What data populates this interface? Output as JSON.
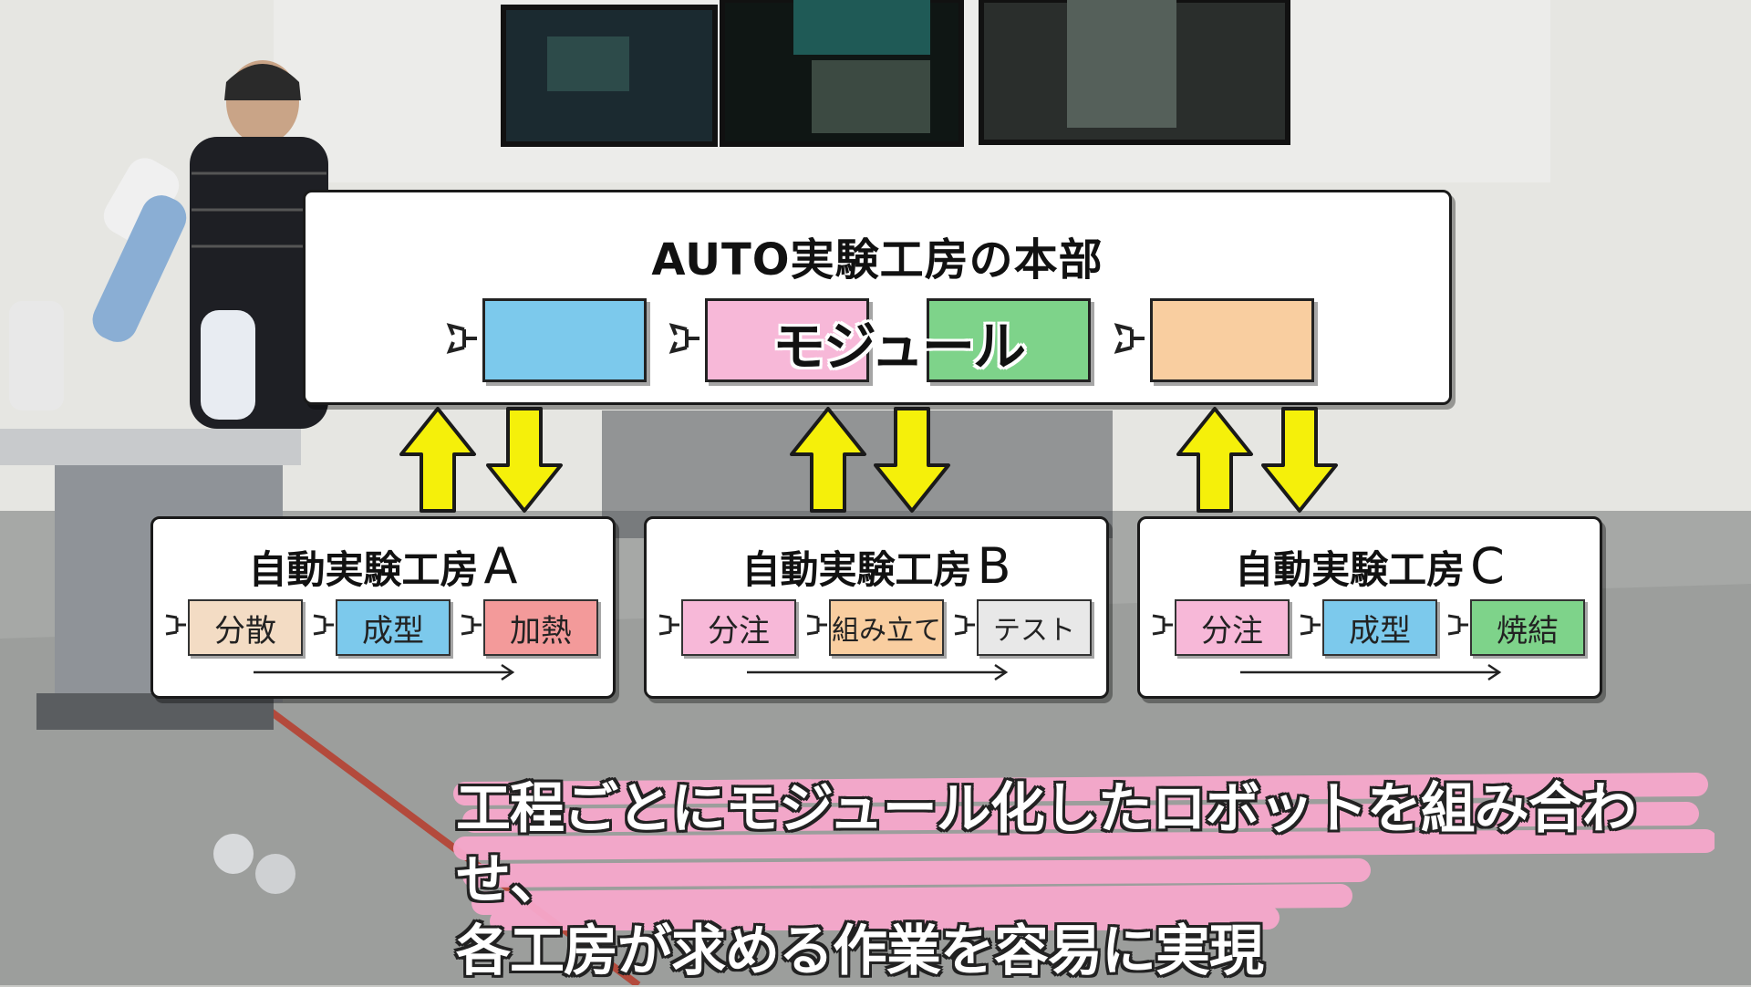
{
  "hq": {
    "title": "AUTO実験工房の本部",
    "module_label": "モジュール",
    "module_colors": [
      "#7cc9ec",
      "#f7b8d8",
      "#7ed38a",
      "#f9cea0"
    ]
  },
  "labs": [
    {
      "title": "自動実験工房",
      "letter": "A",
      "steps": [
        {
          "label": "分散",
          "color": "#f3dcc4"
        },
        {
          "label": "成型",
          "color": "#7cc9ec"
        },
        {
          "label": "加熱",
          "color": "#f39a9a"
        }
      ]
    },
    {
      "title": "自動実験工房",
      "letter": "B",
      "steps": [
        {
          "label": "分注",
          "color": "#f7b8d8"
        },
        {
          "label": "組み立て",
          "color": "#f9cea0"
        },
        {
          "label": "テスト",
          "color": "#e8e8e8"
        }
      ]
    },
    {
      "title": "自動実験工房",
      "letter": "C",
      "steps": [
        {
          "label": "分注",
          "color": "#f7b8d8"
        },
        {
          "label": "成型",
          "color": "#7cc9ec"
        },
        {
          "label": "焼結",
          "color": "#7ed38a"
        }
      ]
    }
  ],
  "caption": {
    "line1": "工程ごとにモジュール化したロボットを組み合わせ、",
    "line2": "各工房が求める作業を容易に実現"
  },
  "colors": {
    "arrow": "#f5f00a",
    "caption_highlight": "#f7a8cc"
  }
}
